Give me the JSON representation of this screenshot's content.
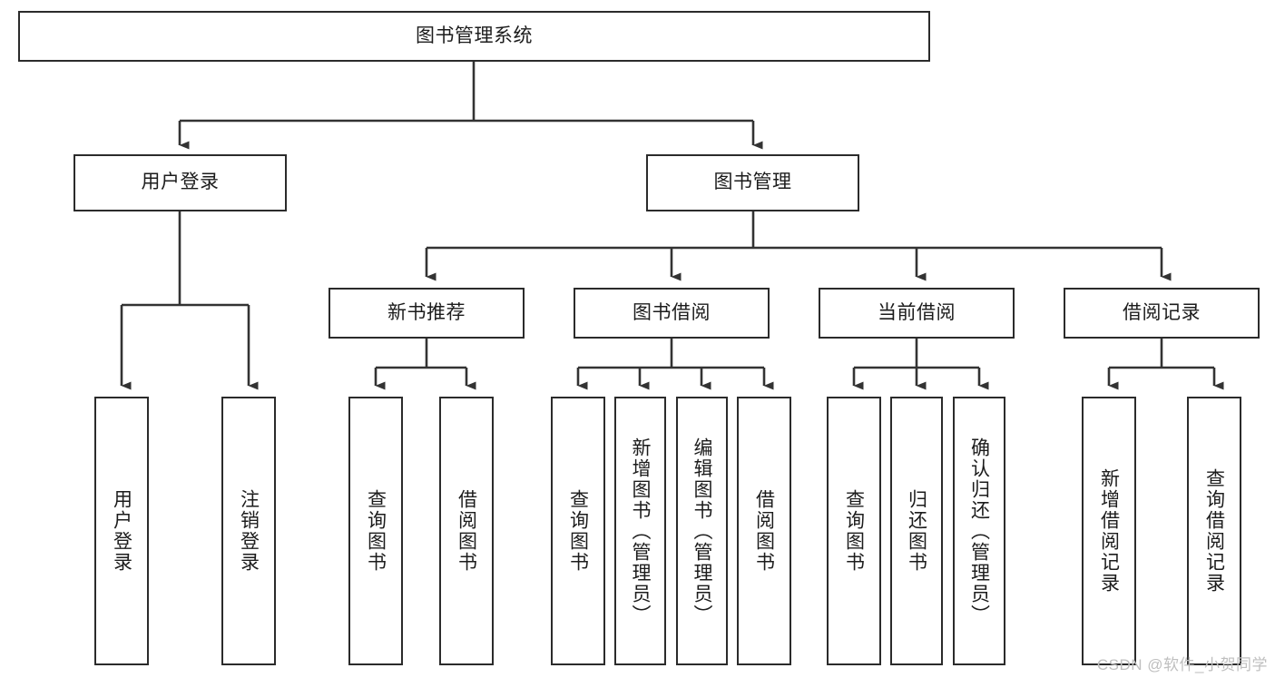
{
  "diagram": {
    "title": "图书管理系统",
    "type": "tree-hierarchy-chart",
    "watermark": "CSDN @软件_小贺同学",
    "colors": {
      "box_border": "#2b2b2b",
      "box_fill": "#ffffff",
      "edge": "#333333",
      "text": "#1c1c1c",
      "watermark": "#bfbfbf"
    },
    "nodes": {
      "root": {
        "label": "图书管理系统"
      },
      "level2": [
        {
          "label": "用户登录"
        },
        {
          "label": "图书管理"
        }
      ],
      "level3": [
        {
          "label": "新书推荐"
        },
        {
          "label": "图书借阅"
        },
        {
          "label": "当前借阅"
        },
        {
          "label": "借阅记录"
        }
      ],
      "leaves": {
        "user_login": [
          {
            "label": "用户登录"
          },
          {
            "label": "注销登录"
          }
        ],
        "new_book": [
          {
            "label": "查询图书"
          },
          {
            "label": "借阅图书"
          }
        ],
        "borrow_book": [
          {
            "label": "查询图书"
          },
          {
            "label": "新增图书（管理员）"
          },
          {
            "label": "编辑图书（管理员）"
          },
          {
            "label": "借阅图书"
          }
        ],
        "current_borrow": [
          {
            "label": "查询图书"
          },
          {
            "label": "归还图书"
          },
          {
            "label": "确认归还（管理员）"
          }
        ],
        "borrow_record": [
          {
            "label": "新增借阅记录"
          },
          {
            "label": "查询借阅记录"
          }
        ]
      }
    }
  }
}
